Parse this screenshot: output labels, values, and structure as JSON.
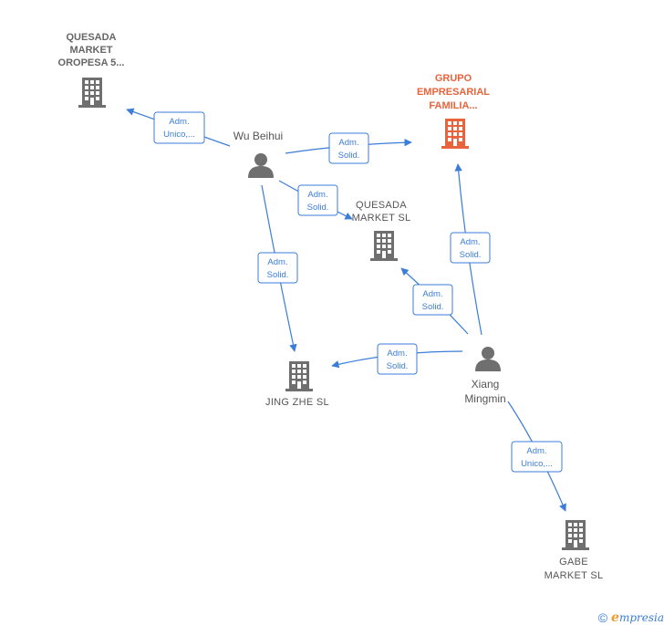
{
  "nodes": {
    "quesada_oropesa": {
      "label": [
        "QUESADA",
        "MARKET",
        "OROPESA 5..."
      ],
      "type": "company",
      "color": "#6f6f6f"
    },
    "grupo": {
      "label": [
        "GRUPO",
        "EMPRESARIAL",
        "FAMILIA..."
      ],
      "type": "company",
      "color": "#e8643c"
    },
    "quesada_market": {
      "label": [
        "QUESADA",
        "MARKET  SL"
      ],
      "type": "company",
      "color": "#6f6f6f"
    },
    "jing_zhe": {
      "label": [
        "JING ZHE  SL"
      ],
      "type": "company",
      "color": "#6f6f6f"
    },
    "gabe": {
      "label": [
        "GABE",
        "MARKET SL"
      ],
      "type": "company",
      "color": "#6f6f6f"
    },
    "wu_beihui": {
      "label": [
        "Wu Beihui"
      ],
      "type": "person",
      "color": "#6f6f6f"
    },
    "xiang": {
      "label": [
        "Xiang",
        "Mingmin"
      ],
      "type": "person",
      "color": "#6f6f6f"
    }
  },
  "edges": [
    {
      "id": "wu-oropesa",
      "role": [
        "Adm.",
        "Unico,..."
      ]
    },
    {
      "id": "wu-grupo",
      "role": [
        "Adm.",
        "Solid."
      ]
    },
    {
      "id": "wu-quesada",
      "role": [
        "Adm.",
        "Solid."
      ]
    },
    {
      "id": "wu-jing",
      "role": [
        "Adm.",
        "Solid."
      ]
    },
    {
      "id": "xiang-grupo",
      "role": [
        "Adm.",
        "Solid."
      ]
    },
    {
      "id": "xiang-quesada",
      "role": [
        "Adm.",
        "Solid."
      ]
    },
    {
      "id": "xiang-jing",
      "role": [
        "Adm.",
        "Solid."
      ]
    },
    {
      "id": "xiang-gabe",
      "role": [
        "Adm.",
        "Unico,..."
      ]
    }
  ],
  "footer": {
    "copyright": "©",
    "brand_first": "e",
    "brand_rest": "mpresia"
  },
  "colors": {
    "edge": "#3b7dd8",
    "highlight": "#e8643c",
    "building": "#6f6f6f"
  }
}
